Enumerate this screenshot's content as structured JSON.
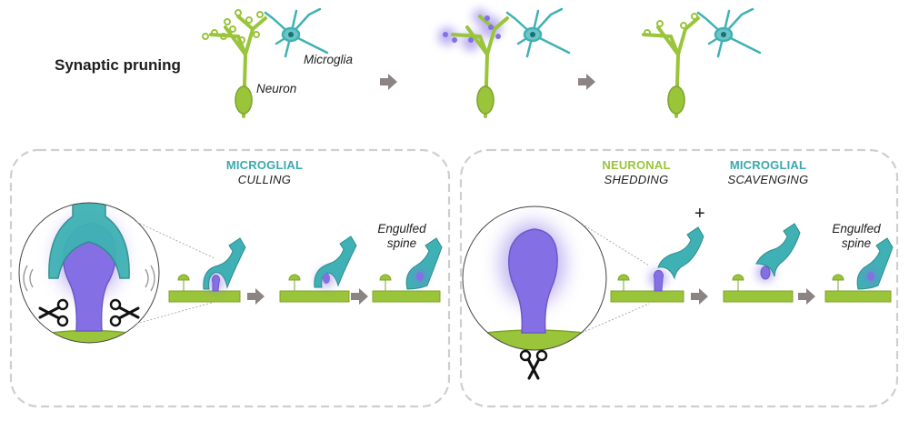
{
  "title": "Synaptic pruning",
  "top_labels": {
    "microglia": "Microglia",
    "neuron": "Neuron"
  },
  "left_panel": {
    "header": "MICROGLIAL",
    "subheader": "CULLING",
    "result_line1": "Engulfed",
    "result_line2": "spine"
  },
  "right_panel": {
    "header1": "NEURONAL",
    "subheader1": "SHEDDING",
    "header2": "MICROGLIAL",
    "subheader2": "SCAVENGING",
    "plus": "+",
    "result_line1": "Engulfed",
    "result_line2": "spine"
  },
  "colors": {
    "neuron": "#9ac43a",
    "microglia": "#3fb1b4",
    "spine": "#8470e4",
    "arrow": "#8c8482",
    "neuronal_header": "#9ac43a",
    "microglial_header": "#3aa9ae"
  }
}
